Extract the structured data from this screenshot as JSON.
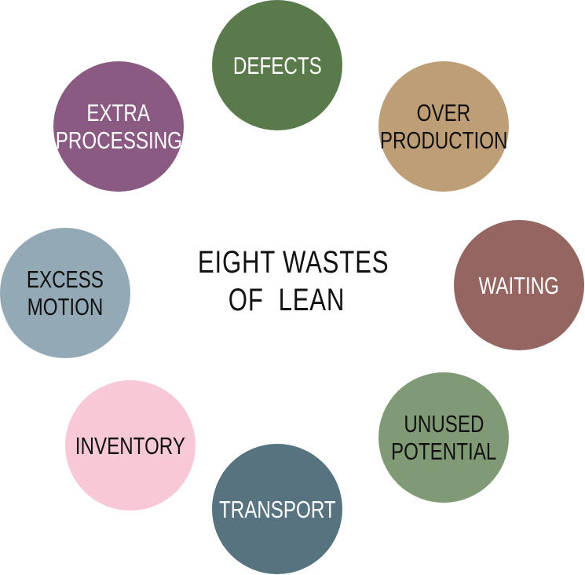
{
  "title": {
    "line1": "EIGHT WASTES",
    "line2": "OF  LEAN"
  },
  "wastes": [
    {
      "id": "defects",
      "lines": [
        "DEFECTS"
      ],
      "color": "#5a7a4c",
      "text_color": "#ffffff"
    },
    {
      "id": "over-production",
      "lines": [
        "OVER",
        "PRODUCTION"
      ],
      "color": "#bd9e77",
      "text_color": "#111111"
    },
    {
      "id": "waiting",
      "lines": [
        "WAITING"
      ],
      "color": "#946561",
      "text_color": "#ffffff"
    },
    {
      "id": "unused-potential",
      "lines": [
        "UNUSED",
        "POTENTIAL"
      ],
      "color": "#7f9a74",
      "text_color": "#111111"
    },
    {
      "id": "transport",
      "lines": [
        "TRANSPORT"
      ],
      "color": "#577380",
      "text_color": "#ffffff"
    },
    {
      "id": "inventory",
      "lines": [
        "INVENTORY"
      ],
      "color": "#f7c8d6",
      "text_color": "#111111"
    },
    {
      "id": "excess-motion",
      "lines": [
        "EXCESS",
        "MOTION"
      ],
      "color": "#93a9b5",
      "text_color": "#111111"
    },
    {
      "id": "extra-processing",
      "lines": [
        "EXTRA",
        "PROCESSING"
      ],
      "color": "#8a5a82",
      "text_color": "#ffffff"
    }
  ]
}
